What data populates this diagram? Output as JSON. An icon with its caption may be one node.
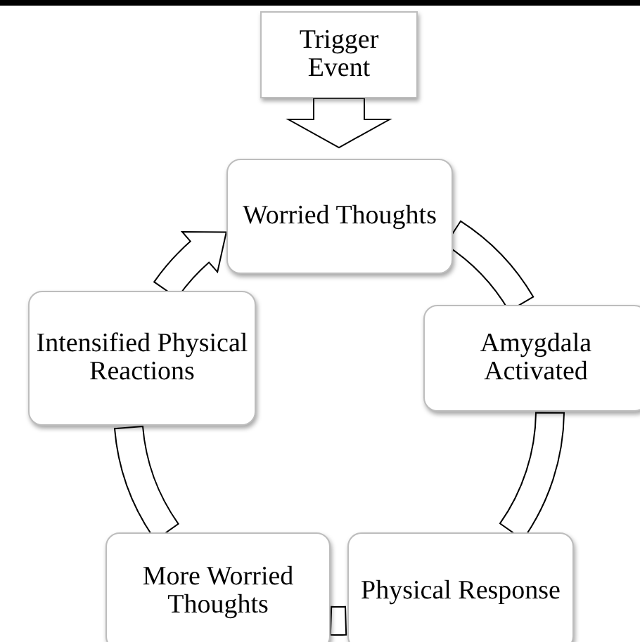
{
  "diagram": {
    "nodes": [
      {
        "text": [
          "Trigger Event"
        ]
      },
      {
        "text": [
          "Worried Thoughts"
        ]
      },
      {
        "text": [
          "Amygdala Activated"
        ]
      },
      {
        "text": [
          "Physical Response"
        ]
      },
      {
        "text": [
          "More Worried Thoughts"
        ]
      },
      {
        "text": [
          "Intensified Physical Reactions"
        ]
      }
    ],
    "edges": [
      {
        "from": 0,
        "to": 1,
        "arrow": "to"
      },
      {
        "from": 1,
        "to": 2,
        "arrow": "none"
      },
      {
        "from": 2,
        "to": 3,
        "arrow": "none"
      },
      {
        "from": 3,
        "to": 4,
        "arrow": "none"
      },
      {
        "from": 4,
        "to": 5,
        "arrow": "none"
      },
      {
        "from": 5,
        "to": 1,
        "arrow": "to"
      }
    ]
  }
}
